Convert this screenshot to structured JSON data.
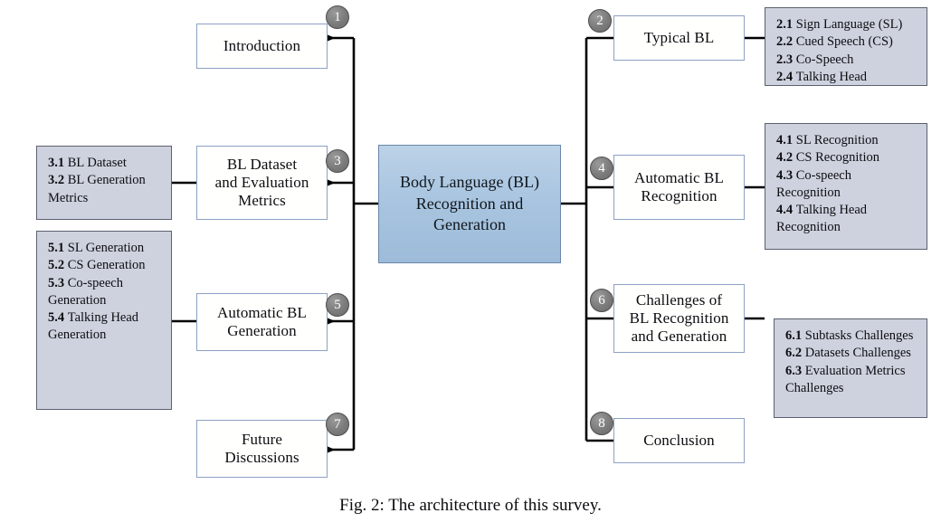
{
  "figure": {
    "caption": "Fig. 2: The architecture of this survey.",
    "root": {
      "label": "Body Language (BL)\nRecognition and\nGeneration",
      "line1": "Body Language (BL)",
      "line2": "Recognition and",
      "line3": "Generation"
    },
    "colors": {
      "root_fill": "#a9c5e0",
      "root_border": "#6a87ab",
      "title_fill": "#fffffd",
      "title_border": "#8ea0c4",
      "sub_fill": "#ced2de",
      "sub_border": "#5c6070",
      "badge_fill": "#7b7b7b",
      "badge_border": "#4e4e4e",
      "badge_text": "#ffffff",
      "wire": "#000000",
      "background": "#ffffff",
      "text": "#0d0d12"
    },
    "branches": [
      {
        "number": "1",
        "side": "left",
        "title": "Introduction",
        "title_lines": [
          "Introduction"
        ],
        "subsections": []
      },
      {
        "number": "3",
        "side": "left",
        "title": "BL Dataset and Evaluation Metrics",
        "title_lines": [
          "BL Dataset",
          "and Evaluation",
          "Metrics"
        ],
        "subsections": [
          {
            "num": "3.1",
            "text": "BL Dataset"
          },
          {
            "num": "3.2",
            "text": "BL Generation Metrics"
          }
        ]
      },
      {
        "number": "5",
        "side": "left",
        "title": "Automatic BL Generation",
        "title_lines": [
          "Automatic BL",
          "Generation"
        ],
        "subsections": [
          {
            "num": "5.1",
            "text": "SL Generation"
          },
          {
            "num": "5.2",
            "text": "CS Generation"
          },
          {
            "num": "5.3",
            "text": "Co-speech Generation"
          },
          {
            "num": "5.4",
            "text": "Talking Head Generation"
          }
        ]
      },
      {
        "number": "7",
        "side": "left",
        "title": "Future Discussions",
        "title_lines": [
          "Future",
          "Discussions"
        ],
        "subsections": []
      },
      {
        "number": "2",
        "side": "right",
        "title": "Typical BL",
        "title_lines": [
          "Typical BL"
        ],
        "subsections": [
          {
            "num": "2.1",
            "text": "Sign Language (SL)"
          },
          {
            "num": "2.2",
            "text": "Cued Speech (CS)"
          },
          {
            "num": "2.3",
            "text": "Co-Speech"
          },
          {
            "num": "2.4",
            "text": "Talking Head"
          }
        ]
      },
      {
        "number": "4",
        "side": "right",
        "title": "Automatic BL Recognition",
        "title_lines": [
          "Automatic BL",
          "Recognition"
        ],
        "subsections": [
          {
            "num": "4.1",
            "text": "SL Recognition"
          },
          {
            "num": "4.2",
            "text": "CS Recognition"
          },
          {
            "num": "4.3",
            "text": "Co-speech Recognition"
          },
          {
            "num": "4.4",
            "text": "Talking Head Recognition"
          }
        ]
      },
      {
        "number": "6",
        "side": "right",
        "title": "Challenges of BL Recognition and Generation",
        "title_lines": [
          "Challenges of",
          "BL Recognition",
          "and Generation"
        ],
        "subsections": [
          {
            "num": "6.1",
            "text": "Subtasks Challenges"
          },
          {
            "num": "6.2",
            "text": "Datasets Challenges"
          },
          {
            "num": "6.3",
            "text": "Evaluation Metrics Challenges"
          }
        ]
      },
      {
        "number": "8",
        "side": "right",
        "title": "Conclusion",
        "title_lines": [
          "Conclusion"
        ],
        "subsections": []
      }
    ]
  }
}
